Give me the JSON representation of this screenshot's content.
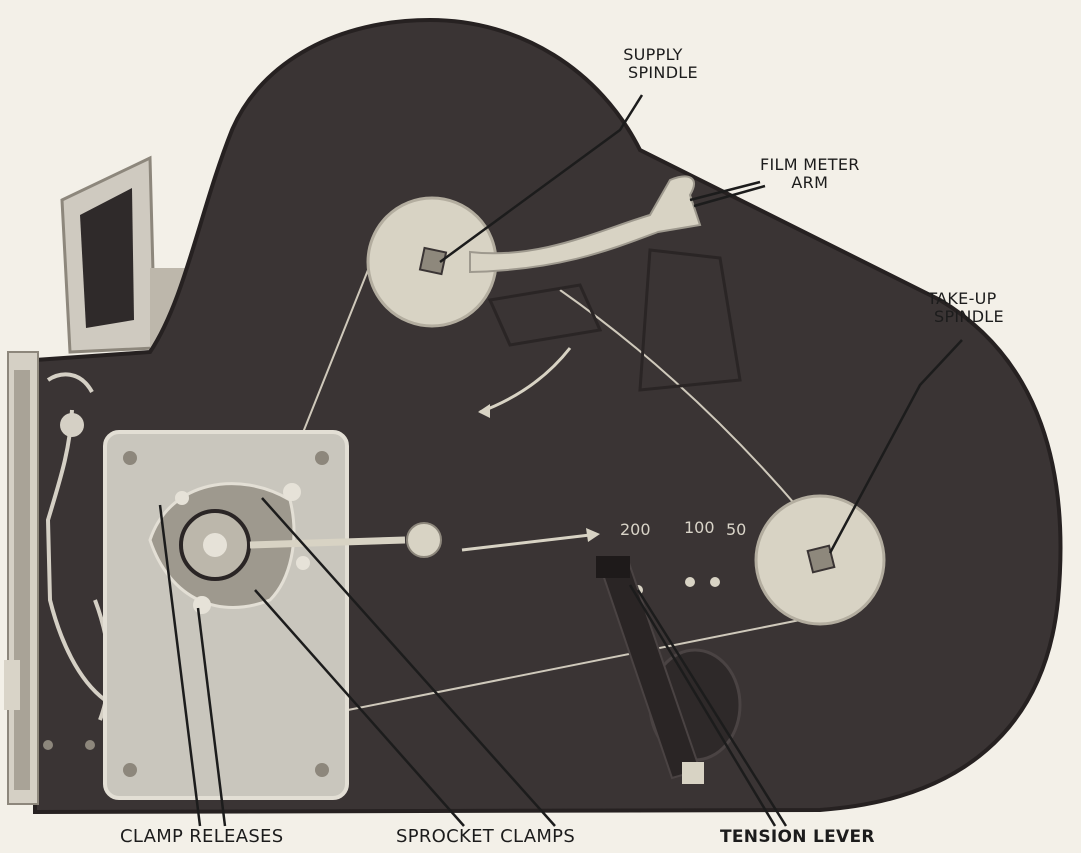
{
  "labels": {
    "supply_spindle": [
      "SUPPLY",
      "SPINDLE"
    ],
    "film_meter_arm": [
      "FILM METER",
      "ARM"
    ],
    "take_up_spindle": [
      "TAKE-UP",
      "SPINDLE"
    ],
    "clamp_releases": "CLAMP RELEASES",
    "sprocket_clamps": "SPROCKET CLAMPS",
    "tension_lever": "TENSION LEVER"
  },
  "scale_marks": [
    "200",
    "100",
    "50"
  ],
  "colors": {
    "background": "#f3f0e8",
    "body": "#3a3434",
    "plate": "#c9c6bd",
    "spindle": "#d8d3c4",
    "leader": "#1c1c1c",
    "film_path": "#cfc9bb"
  }
}
